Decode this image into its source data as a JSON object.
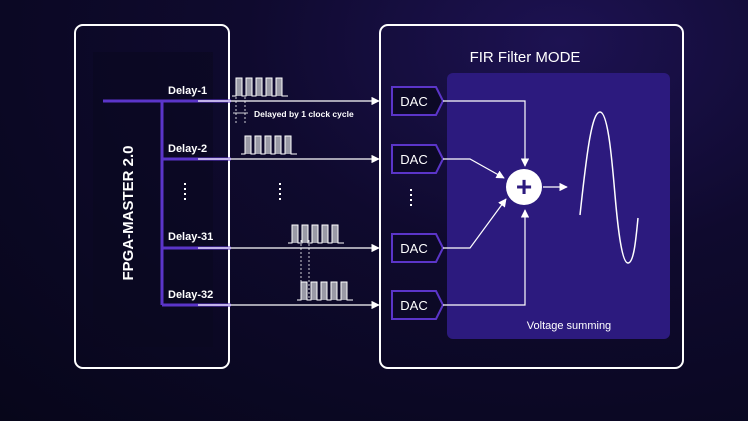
{
  "fpga": {
    "title": "FPGA-MASTER 2.0",
    "delays": [
      "Delay-1",
      "Delay-2",
      "Delay-31",
      "Delay-32"
    ]
  },
  "delay_note": "Delayed by 1 clock cycle",
  "fir": {
    "title": "FIR Filter MODE",
    "dac_label": "DAC",
    "summing_label": "Voltage summing",
    "plus_symbol": "+"
  },
  "colors": {
    "background": "#0c0926",
    "accent": "#5b35c9",
    "panel": "#2c1a7e",
    "pulse_fill": "#9a9aa6",
    "white": "#ffffff"
  },
  "icons": [
    "plus-icon",
    "arrow-icon",
    "sine-wave-icon",
    "pulse-train-icon"
  ]
}
